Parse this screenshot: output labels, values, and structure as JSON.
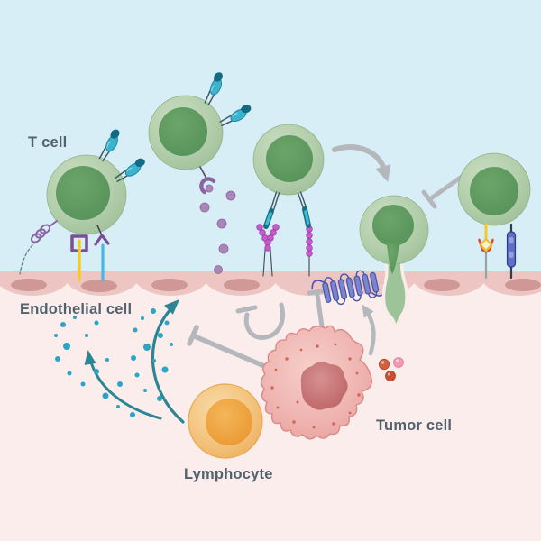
{
  "labels": {
    "t_cell": "T cell",
    "endothelial_cell": "Endothelial cell",
    "lymphocyte": "Lymphocyte",
    "tumor_cell": "Tumor cell"
  },
  "colors": {
    "sky": "#d8eef6",
    "tissue": "#faedec",
    "membrane": "#edc6c4",
    "membrane_nucleus": "#ca8f8f",
    "cell_body": "#b4cfac",
    "cell_nucleus": "#5d9b60",
    "label_text": "#51626d",
    "teal_arrow": "#2c8595",
    "teal_dot": "#2ba4c6",
    "gray_arrow": "#b4b8bc",
    "receptor_purple": "#7b4f96",
    "purple_dot": "#ab84ba",
    "bead_magenta": "#c75bcd",
    "receptor_teal": "#2fa6c3",
    "stalk_yellow": "#f3ca2b",
    "stalk_blue": "#49b7e6",
    "gpcr_blue": "#7a85cc",
    "lymphocyte_body": "#f3c27b",
    "lymphocyte_nucleus": "#eca33e",
    "tumor_body": "#efb3af",
    "tumor_nucleus": "#c66a6a",
    "red_dot": "#d2603d",
    "pink_dot": "#f49ab5"
  },
  "counts": {
    "green_cells": 5,
    "endothelial_nuclei": 6
  },
  "icons": [
    {
      "name": "tcr-receptor-icon"
    },
    {
      "name": "selectin-coil-icon"
    },
    {
      "name": "integrin-bracket-icon"
    },
    {
      "name": "y-receptor-icon"
    },
    {
      "name": "chemokine-cup-icon"
    },
    {
      "name": "integrin-rod-icon"
    },
    {
      "name": "bead-chain-receptor-icon"
    },
    {
      "name": "diamond-receptor-icon"
    },
    {
      "name": "segmented-bar-receptor-icon"
    },
    {
      "name": "gpcr-serpentine-icon"
    },
    {
      "name": "migration-arrow-icon"
    },
    {
      "name": "inhibition-tbar-icon"
    },
    {
      "name": "cytokine-arrow-icon"
    },
    {
      "name": "cytokine-dots"
    },
    {
      "name": "chemokine-dots"
    },
    {
      "name": "secreted-factor-dots"
    }
  ]
}
